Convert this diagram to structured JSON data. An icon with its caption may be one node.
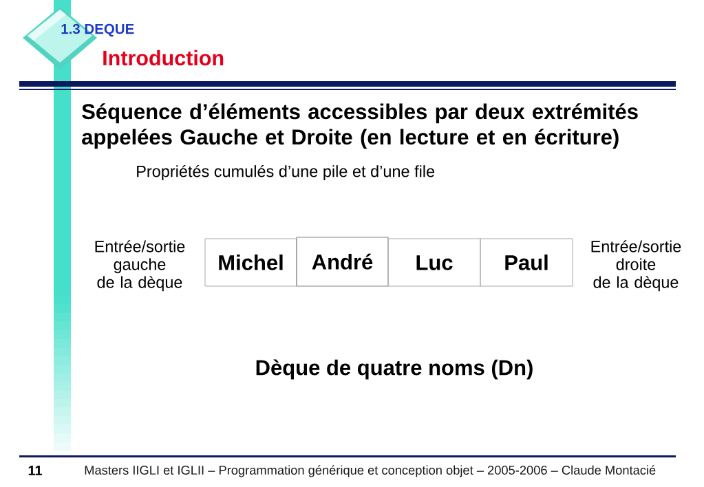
{
  "diagram": {
    "title": "Introduction",
    "caption": "Dèque de quatre noms (Dn)",
    "nodes": [
      {
        "text": [
          "Michel"
        ]
      },
      {
        "text": [
          "André"
        ]
      },
      {
        "text": [
          "Luc"
        ]
      },
      {
        "text": [
          "Paul"
        ]
      }
    ],
    "labels": [
      "1.3 DEQUE",
      "Séquence d’éléments accessibles par deux extrémités appelées Gauche et Droite (en lecture et en écriture)",
      "Propriétés cumulés d’une pile et d’une file",
      "Entrée/sortie gauche de la dèque",
      "Entrée/sortie droite de la dèque",
      "11",
      "Masters IIGLI et IGLII – Programmation générique et conception objet – 2005-2006 – Claude Montacié"
    ]
  }
}
